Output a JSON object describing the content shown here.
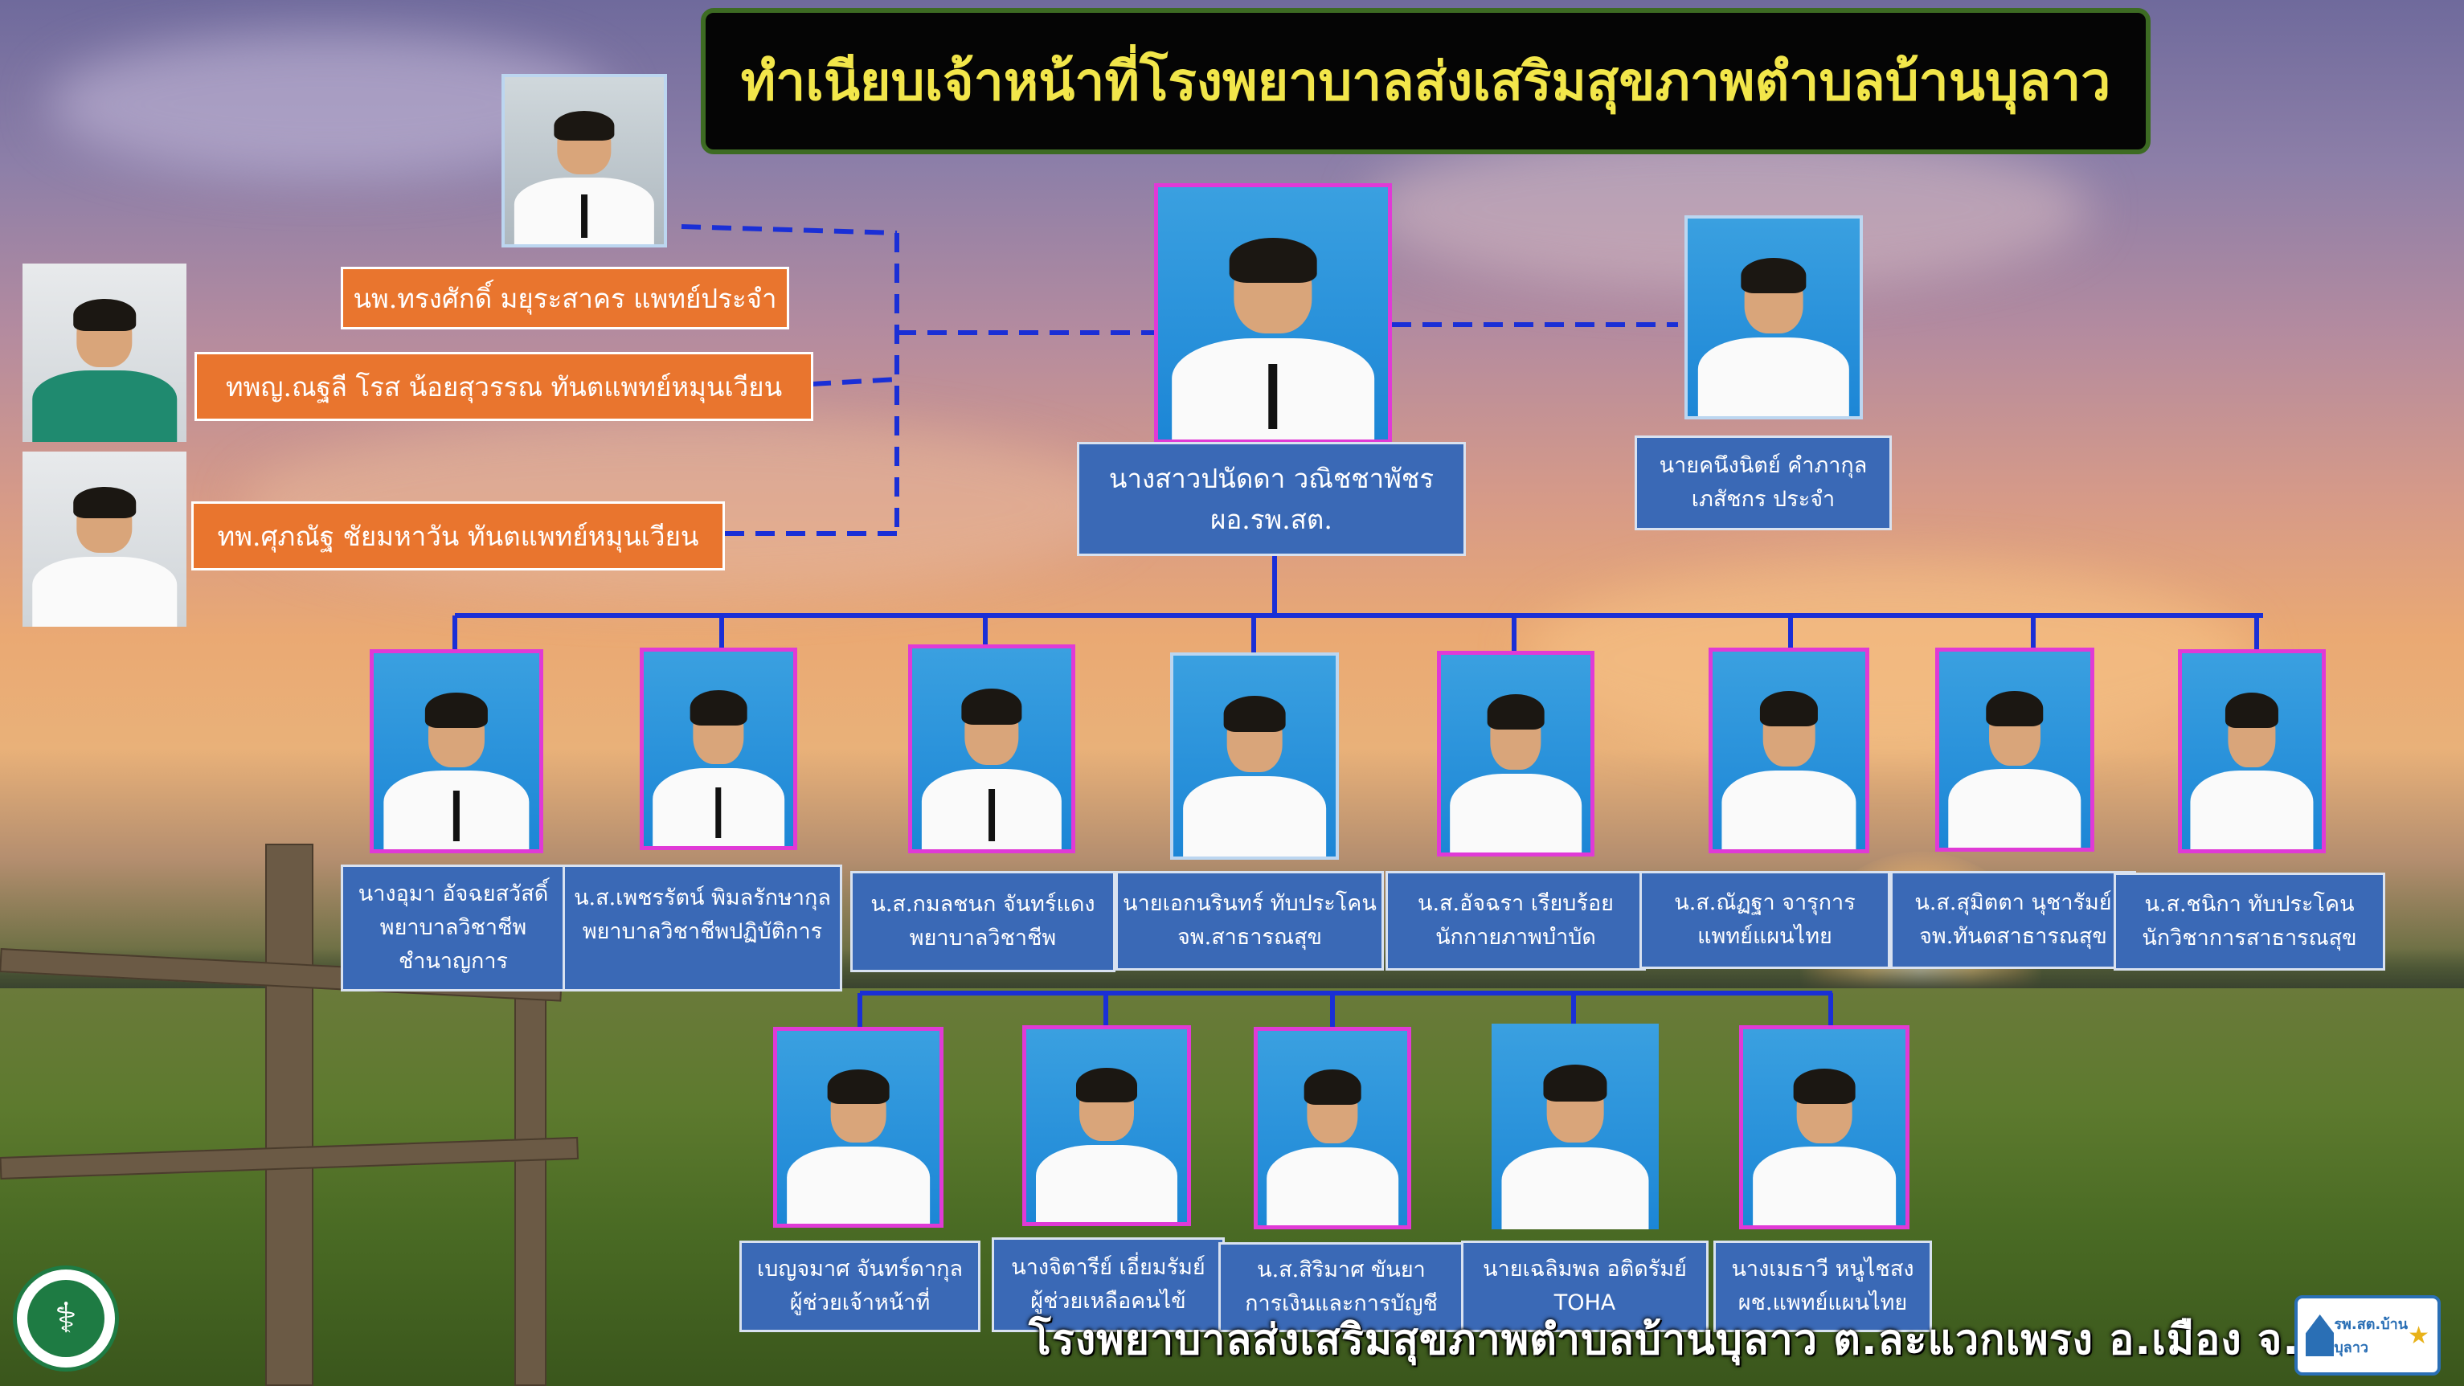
{
  "title": "ทำเนียบเจ้าหน้าที่โรงพยาบาลส่งเสริมสุขภาพตำบลบ้านบุลาว",
  "footer": "โรงพยาบาลส่งเสริมสุขภาพตำบลบ้านบุลาว ต.ละแวกเพรง อ.เมือง จ.บุรีรัมย์",
  "director": {
    "name": "นางสาวปนัดดา  วณิชชาพัชร",
    "position": "ผอ.รพ.สต."
  },
  "pharmacist": {
    "lines": [
      "นายคนึงนิตย์  คำภากุล",
      "เภสัชกร ประจำ"
    ]
  },
  "doctors": [
    {
      "label": "นพ.ทรงศักดิ์  มยุระสาคร แพทย์ประจำ"
    },
    {
      "label": "ทพญ.ณฐลี โรส   น้อยสุวรรณ ทันตแพทย์หมุนเวียน"
    },
    {
      "label": "ทพ.ศุภณัฐ ชัยมหาวัน  ทันตแพทย์หมุนเวียน"
    }
  ],
  "staff_row1": [
    {
      "lines": [
        "นางอุมา  อัจฉยสวัสดิ์",
        "พยาบาลวิชาชีพ",
        "ชำนาญการ"
      ]
    },
    {
      "lines": [
        "น.ส.เพชรรัตน์  พิมลรักษากุล",
        "พยาบาลวิชาชีพปฏิบัติการ"
      ]
    },
    {
      "lines": [
        "น.ส.กมลชนก  จันทร์แดง",
        "พยาบาลวิชาชีพ"
      ]
    },
    {
      "lines": [
        "นายเอกนรินทร์  ทับประโคน",
        "จพ.สาธารณสุข"
      ]
    },
    {
      "lines": [
        "น.ส.อัจฉรา  เรียบร้อย",
        "นักกายภาพบำบัด"
      ]
    },
    {
      "lines": [
        "น.ส.ณัฏฐา  จารุการ",
        "แพทย์แผนไทย"
      ]
    },
    {
      "lines": [
        "น.ส.สุมิตตา  นุชารัมย์",
        "จพ.ทันตสาธารณสุข"
      ]
    },
    {
      "lines": [
        "น.ส.ชนิกา  ทับประโคน",
        "นักวิชาการสาธารณสุข"
      ]
    }
  ],
  "staff_row2": [
    {
      "lines": [
        "เบญจมาศ  จันทร์ดากุล",
        "ผู้ช่วยเจ้าหน้าที่"
      ]
    },
    {
      "lines": [
        "นางจิตารีย์  เอี่ยมรัมย์",
        "ผู้ช่วยเหลือคนไข้"
      ]
    },
    {
      "lines": [
        "น.ส.สิริมาศ  ขันยา",
        "การเงินและการบัญชี"
      ]
    },
    {
      "lines": [
        "นายเฉลิมพล  อติดรัมย์",
        "TOHA"
      ]
    },
    {
      "lines": [
        "นางเมธาวี  หนูไชสง",
        "ผช.แพทย์แผนไทย"
      ]
    }
  ],
  "colors": {
    "title_text": "#f2e64a",
    "label_blue": "#3a69b6",
    "label_orange": "#e9752e",
    "photo_frame": "#e03ad6",
    "connector": "#1a2fd6"
  },
  "icons": [
    "moph-logo",
    "rph-logo"
  ],
  "rph_logo_text": "รพ.สต.บ้านบุลาว"
}
